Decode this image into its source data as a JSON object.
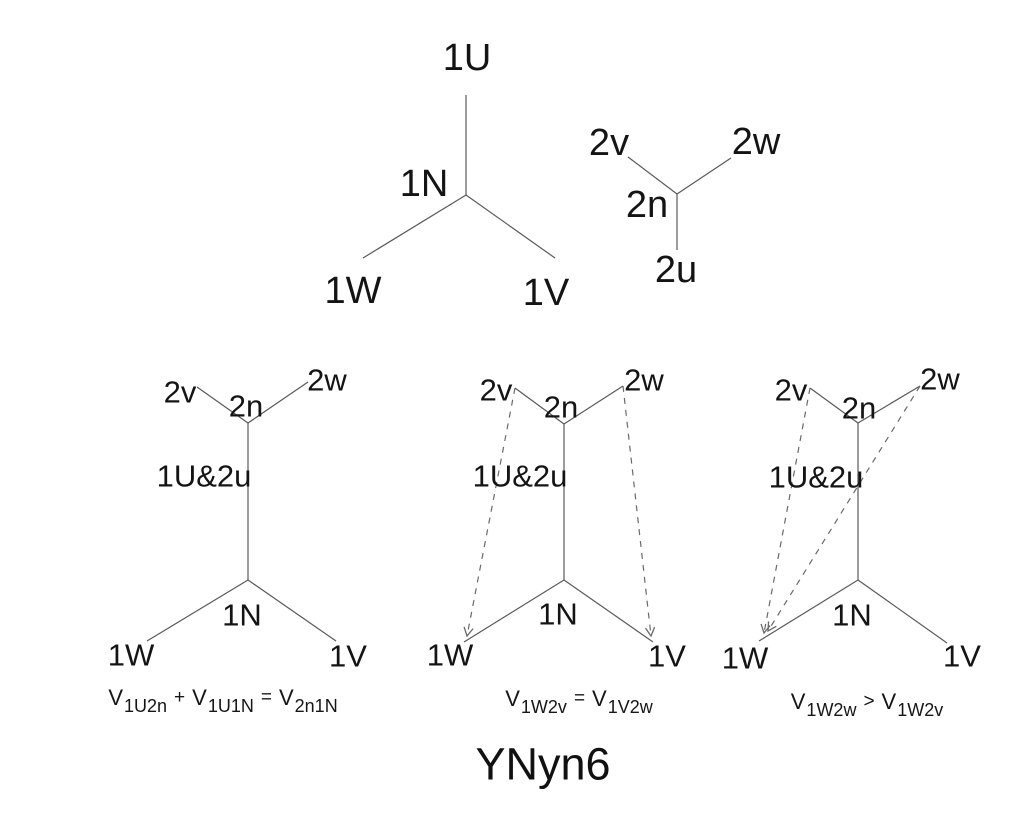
{
  "title": "YNyn6",
  "colors": {
    "background": "#ffffff",
    "line": "#5a5a5a",
    "dashed_line": "#6a6a6a",
    "text": "#141414"
  },
  "phasor_overview": {
    "primary_star": {
      "top": "1U",
      "neutral": "1N",
      "bottom_left": "1W",
      "bottom_right": "1V"
    },
    "secondary_star": {
      "upper_left": "2v",
      "upper_right": "2w",
      "neutral": "2n",
      "bottom": "2u"
    }
  },
  "combined_diagrams": [
    {
      "labels": {
        "upper_left": "2v",
        "upper_right": "2w",
        "secondary_neutral": "2n",
        "shared_terminal": "1U&2u",
        "primary_neutral": "1N",
        "bottom_left": "1W",
        "bottom_right": "1V"
      },
      "formula": {
        "t1": "V",
        "t1_sub": "1U2n",
        "op1": "+",
        "t2": "V",
        "t2_sub": "1U1N",
        "op2": "=",
        "t3": "V",
        "t3_sub": "2n1N"
      }
    },
    {
      "labels": {
        "upper_left": "2v",
        "upper_right": "2w",
        "secondary_neutral": "2n",
        "shared_terminal": "1U&2u",
        "primary_neutral": "1N",
        "bottom_left": "1W",
        "bottom_right": "1V"
      },
      "formula": {
        "t1": "V",
        "t1_sub": "1W2v",
        "op1": "=",
        "t2": "V",
        "t2_sub": "1V2w"
      }
    },
    {
      "labels": {
        "upper_left": "2v",
        "upper_right": "2w",
        "secondary_neutral": "2n",
        "shared_terminal": "1U&2u",
        "primary_neutral": "1N",
        "bottom_left": "1W",
        "bottom_right": "1V"
      },
      "formula": {
        "t1": "V",
        "t1_sub": "1W2w",
        "op1": ">",
        "t2": "V",
        "t2_sub": "1W2v"
      }
    }
  ]
}
